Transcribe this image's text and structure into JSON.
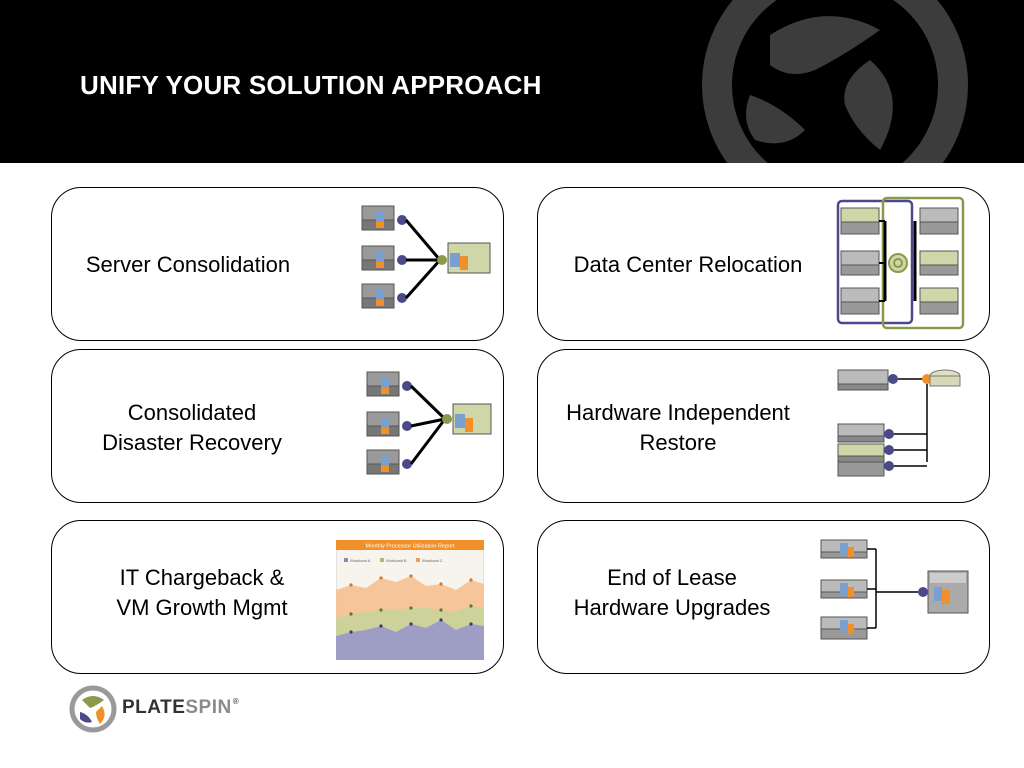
{
  "slide": {
    "title": "UNIFY YOUR SOLUTION APPROACH"
  },
  "cards": [
    {
      "id": "server-consolidation",
      "lines": [
        "Server Consolidation"
      ],
      "graphic": "consolidation-diagram"
    },
    {
      "id": "data-center-relocation",
      "lines": [
        "Data Center Relocation"
      ],
      "graphic": "relocation-diagram"
    },
    {
      "id": "consolidated-dr",
      "lines": [
        "Consolidated",
        "Disaster Recovery"
      ],
      "graphic": "consolidation-diagram"
    },
    {
      "id": "hw-independent-restore",
      "lines": [
        "Hardware Independent",
        "Restore"
      ],
      "graphic": "restore-diagram"
    },
    {
      "id": "it-chargeback",
      "lines": [
        "IT Chargeback &",
        "VM Growth Mgmt"
      ],
      "graphic": "utilization-chart"
    },
    {
      "id": "end-of-lease",
      "lines": [
        "End of Lease",
        "Hardware Upgrades"
      ],
      "graphic": "lease-upgrade-diagram"
    }
  ],
  "chart_thumbnail": {
    "title": "Monthly Processor Utilization Report",
    "legend": [
      "Workload A",
      "Workload B",
      "Workload C"
    ]
  },
  "brand": {
    "name_part1": "PLATE",
    "name_part2": "SPIN",
    "registered": "®"
  },
  "colors": {
    "header_bg": "#000000",
    "accent_green": "#8a9a4a",
    "accent_purple": "#4a4a8a",
    "accent_orange": "#f0902a"
  }
}
